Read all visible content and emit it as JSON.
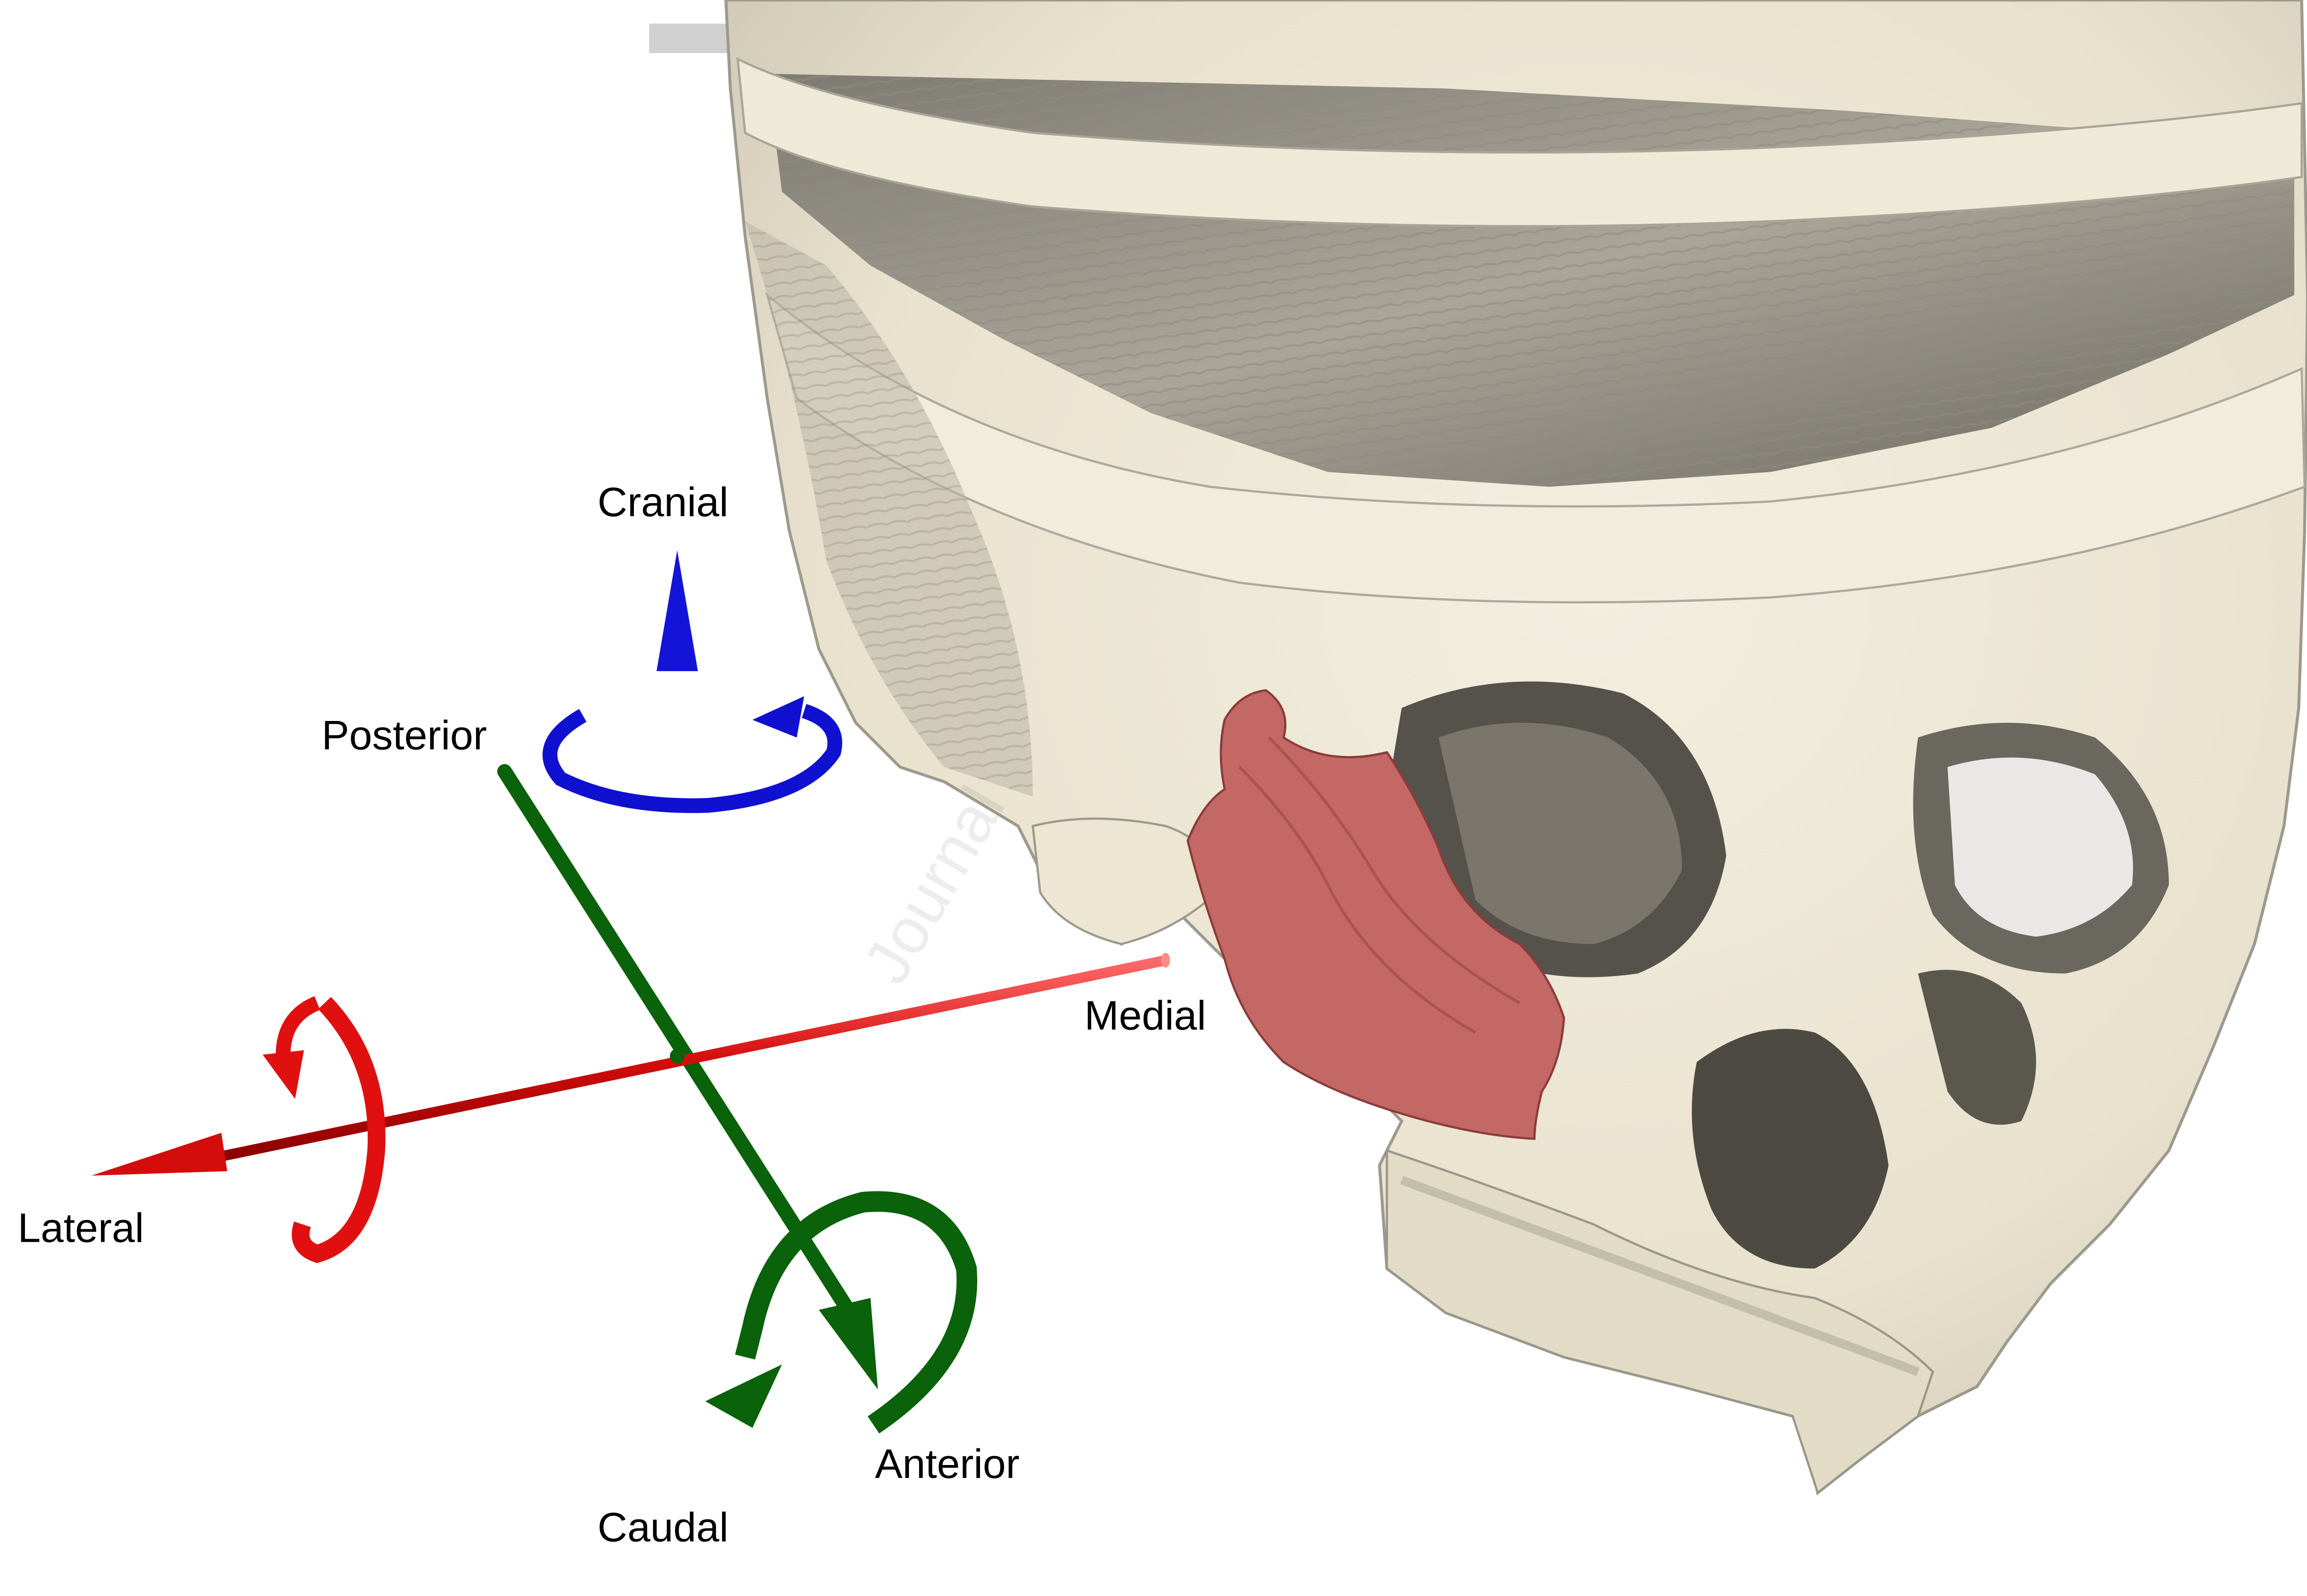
{
  "figure": {
    "watermark": "Journal",
    "colors": {
      "background": "#ffffff",
      "bone": "#ede7d5",
      "bone_shadow": "#8a877d",
      "bone_dark": "#5f5c55",
      "highlighted_bone": "#c46866",
      "lateral_medial_axis": "#e01010",
      "cranial_caudal_axis": "#1010d0",
      "posterior_anterior_axis": "#0a620a",
      "label_text": "#000000",
      "top_bar": "#d0d0d0"
    },
    "axes": {
      "cranial": "Cranial",
      "caudal": "Caudal",
      "posterior": "Posterior",
      "anterior": "Anterior",
      "lateral": "Lateral",
      "medial": "Medial"
    },
    "icons": {
      "skull": "skull-3d-render",
      "highlighted_region": "zygomatic-bone-highlight",
      "rotation_cranial_caudal": "rotation-arrow-icon",
      "rotation_lateral_medial": "rotation-arrow-icon",
      "rotation_posterior_anterior": "rotation-arrow-icon"
    }
  }
}
